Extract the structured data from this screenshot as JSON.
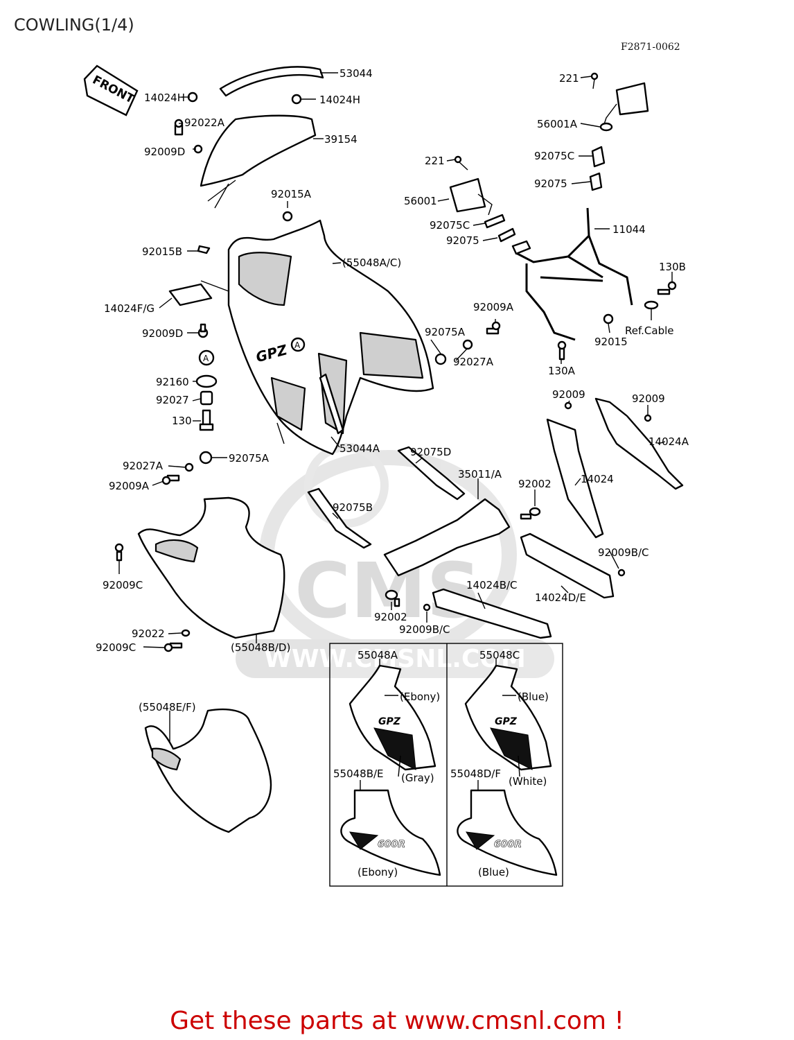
{
  "page": {
    "title": "COWLING(1/4)",
    "figure_id": "F2871-0062",
    "footer": "Get these parts at www.cmsnl.com !"
  },
  "watermark": {
    "brand": "CMS",
    "url": "WWW.CMSNL.COM"
  },
  "front_tag": "FRONT",
  "circle_marker": "A",
  "panel_logos": {
    "upper": "GPZ",
    "lower": "600R"
  },
  "labels": {
    "p53044": "53044",
    "p14024H_l": "14024H",
    "p14024H_r": "14024H",
    "p92022A": "92022A",
    "p92009D_top": "92009D",
    "p39154": "39154",
    "p92015A": "92015A",
    "p92015B": "92015B",
    "p55048AC": "(55048A/C)",
    "p14024FG": "14024F/G",
    "p92009D": "92009D",
    "p92160": "92160",
    "p92027": "92027",
    "p130": "130",
    "p53044A": "53044A",
    "p92027A_l": "92027A",
    "p92075A_l": "92075A",
    "p92009A_l": "92009A",
    "p92009A_r": "92009A",
    "p92075A_r": "92075A",
    "p92027A_r": "92027A",
    "p221_mid": "221",
    "p56001": "56001",
    "p92075C_mid": "92075C",
    "p92075_mid": "92075",
    "p221_top": "221",
    "p56001A": "56001A",
    "p92075C_r": "92075C",
    "p92075_r": "92075",
    "p11044": "11044",
    "p130B": "130B",
    "p92015": "92015",
    "refcable": "Ref.Cable",
    "p130A": "130A",
    "p92009_l": "92009",
    "p92009_r": "92009",
    "p14024A": "14024A",
    "p14024": "14024",
    "p92075D": "92075D",
    "p35011A": "35011/A",
    "p92002_r": "92002",
    "p92075B": "92075B",
    "p92009BC_r": "92009B/C",
    "p14024BC": "14024B/C",
    "p14024DE": "14024D/E",
    "p92002_b": "92002",
    "p92009BC_b": "92009B/C",
    "p92009C_l": "92009C",
    "p92022": "92022",
    "p92009C_b": "92009C",
    "p55048BD": "(55048B/D)",
    "p55048EF": "(55048E/F)"
  },
  "color_variants": {
    "upper_left": {
      "part": "55048A",
      "color": "(Ebony)"
    },
    "upper_left_second": {
      "color": "(Gray)"
    },
    "upper_right": {
      "part": "55048C",
      "color": "(Blue)"
    },
    "upper_right_second": {
      "color": "(White)"
    },
    "lower_left": {
      "part": "55048B/E",
      "color": "(Ebony)"
    },
    "lower_right": {
      "part": "55048D/F",
      "color": "(Blue)"
    }
  }
}
